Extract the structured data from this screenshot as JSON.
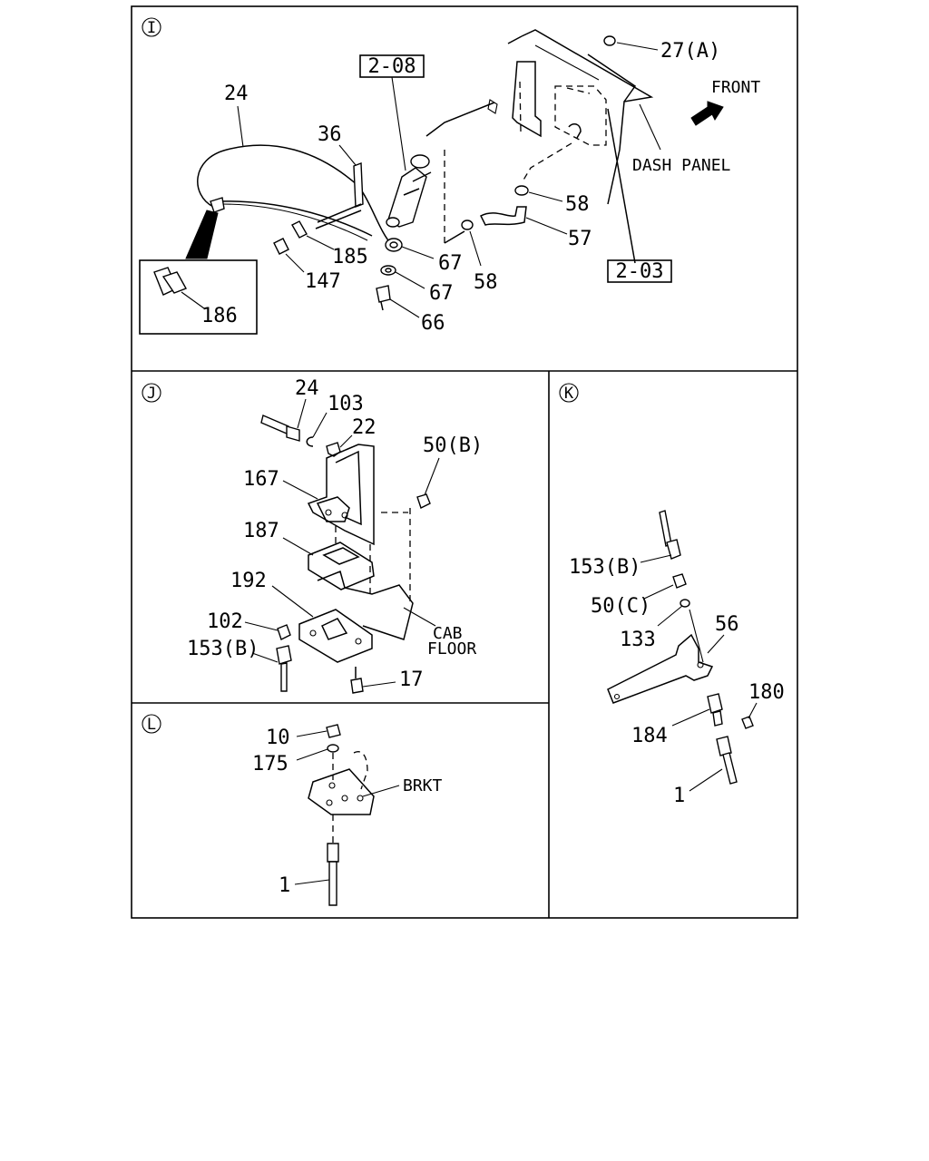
{
  "panels": {
    "I": {
      "marker": "I",
      "ref_boxes": [
        "2-08",
        "2-03"
      ],
      "labels": {
        "p24": "24",
        "p36": "36",
        "p27a": "27(A)",
        "front": "FRONT",
        "dash_panel": "DASH PANEL",
        "p58a": "58",
        "p57": "57",
        "p58b": "58",
        "p67a": "67",
        "p67b": "67",
        "p66": "66",
        "p185": "185",
        "p147": "147",
        "p186": "186"
      }
    },
    "J": {
      "marker": "J",
      "labels": {
        "p24": "24",
        "p103": "103",
        "p22": "22",
        "p50b": "50(B)",
        "p167": "167",
        "p187": "187",
        "p192": "192",
        "p102": "102",
        "p153b": "153(B)",
        "p17": "17",
        "cab": "CAB",
        "floor": "FLOOR"
      }
    },
    "K": {
      "marker": "K",
      "labels": {
        "p153b": "153(B)",
        "p50c": "50(C)",
        "p133": "133",
        "p56": "56",
        "p180": "180",
        "p184": "184",
        "p1": "1"
      }
    },
    "L": {
      "marker": "L",
      "labels": {
        "p10": "10",
        "p175": "175",
        "brkt": "BRKT",
        "p1": "1"
      }
    }
  }
}
